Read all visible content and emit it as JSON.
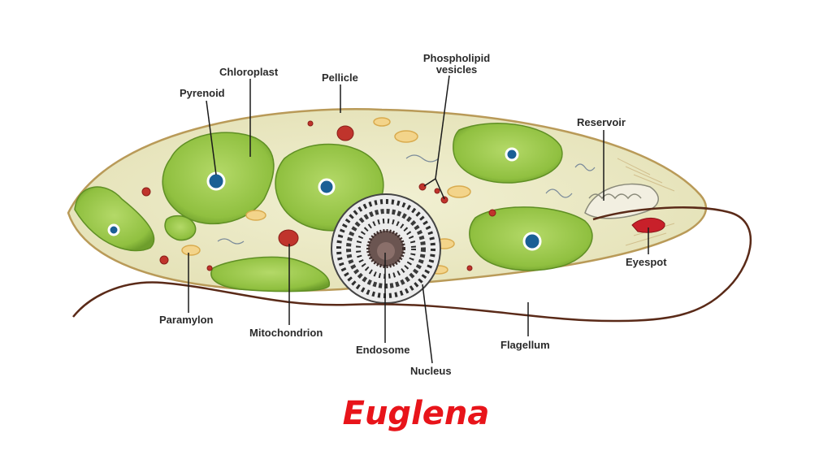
{
  "title": "Euglena",
  "labels": {
    "chloroplast": "Chloroplast",
    "pyrenoid": "Pyrenoid",
    "pellicle": "Pellicle",
    "phospholipid_line1": "Phospholipid",
    "phospholipid_line2": "vesicles",
    "reservoir": "Reservoir",
    "eyespot": "Eyespot",
    "paramylon": "Paramylon",
    "mitochondrion": "Mitochondrion",
    "endosome": "Endosome",
    "nucleus": "Nucleus",
    "flagellum": "Flagellum"
  },
  "colors": {
    "title": "#e8141a",
    "cell_fill": "#ecebc8",
    "chloroplast": "#9cc94a",
    "pyrenoid": "#1a5f95",
    "eyespot": "#c8202a",
    "paramylon": "#f3d48a",
    "flagellum": "#5a2a18"
  }
}
